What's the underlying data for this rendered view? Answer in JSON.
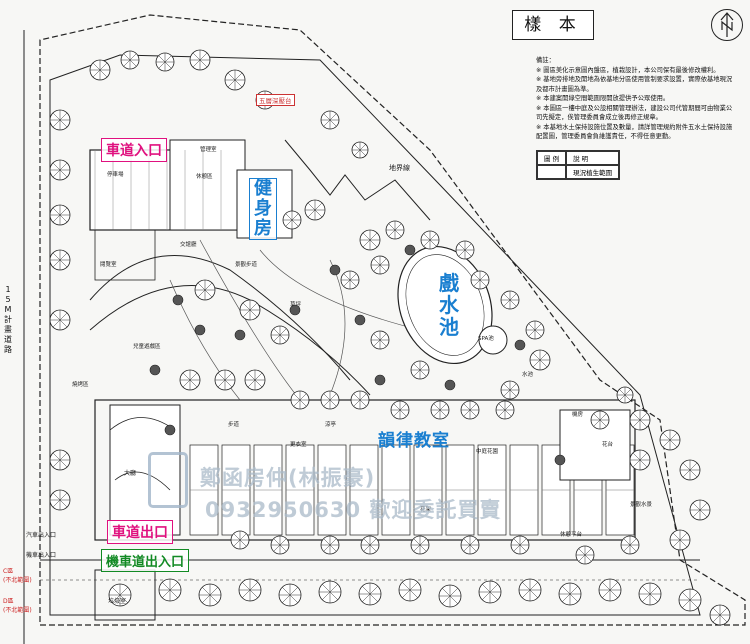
{
  "title_stamp": "樣 本",
  "notes": {
    "heading": "備註：",
    "lines": [
      "※ 圖區美化示意圖內盤區，植栽設計，本公司保有最後修改權利。",
      "※ 基地旁排地及開地為依基地分區使用管制要求設置，實際依基地現況",
      "   及都市計畫圖為準。",
      "※ 本建案開綠空間範圍限開放提供予公眾使用。",
      "※ 本圖區一樓中庭及公設相關管理辦法，建設公司代管期間可由物業公",
      "   司先擬定，俟管理委員會成立後再修正規章。",
      "※ 本基地水土保持設施位置及數量，請詳管理規約附件五水土保持設施",
      "   配置圖，管理委員會負維護責任，不得任意更動。"
    ]
  },
  "legend": {
    "header": [
      "圖 例",
      "說 明"
    ],
    "row": [
      "",
      "現況植生範圍"
    ]
  },
  "labels": {
    "vehicle_entrance": "車道入口",
    "vehicle_exit": "車道出口",
    "motorcycle_ramp": "機車道出入口",
    "gym": "健身房",
    "pool": "戲水池",
    "music_room": "韻律教室",
    "boundary_line": "地界線",
    "terrace_note": "五層深壓台",
    "road_note": "15M計畫道路",
    "lobby": "大廳",
    "garbage_room": "垃圾室",
    "bike_room": "機車出入口",
    "car_entry_small": "汽車出入口",
    "area_c": "C區\n(不北範圍)",
    "area_d": "D區\n(不北範圍)",
    "mini_labels": [
      "停車場",
      "管理室",
      "休憩區",
      "交誼廳",
      "閱覽室",
      "兒童遊戲區",
      "燒烤區",
      "景觀步道",
      "草坪",
      "涼亭",
      "更衣室",
      "中庭花園",
      "水池",
      "機房",
      "花台",
      "SPA池",
      "步道",
      "花架",
      "休憩平台",
      "景觀水景"
    ]
  },
  "watermark": {
    "line1": "鄭函房仲(林振豪)",
    "line2": "0932950630 歡迎委託買賣"
  },
  "colors": {
    "pink": "#e0117f",
    "green": "#128a24",
    "blue": "#1a7fd0",
    "line": "#222222"
  }
}
